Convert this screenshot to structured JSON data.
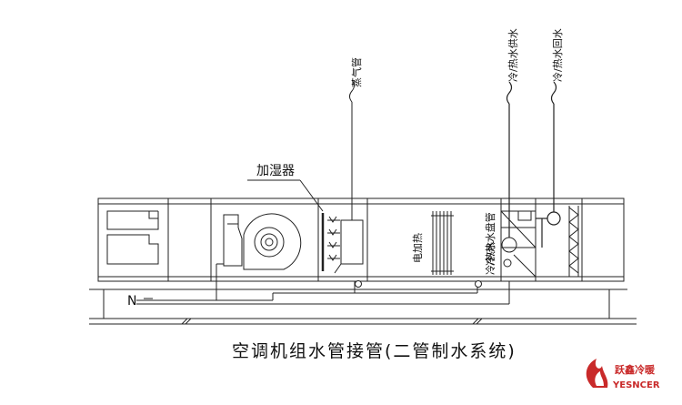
{
  "caption": "空调机组水管接管(二管制水系统)",
  "labels": {
    "humidifier": "加湿器",
    "steam_pipe": "蒸气管",
    "electric_heater": "电加热",
    "coil": "冷/热水盘管",
    "coil_water": "冷/热水",
    "supply_water": "冷/热水供水",
    "return_water": "冷/热水回水",
    "neutral_mark": "N"
  },
  "logo": {
    "name": "跃鑫冷暖",
    "brand": "YESNCER",
    "color": "#c92a2a"
  }
}
